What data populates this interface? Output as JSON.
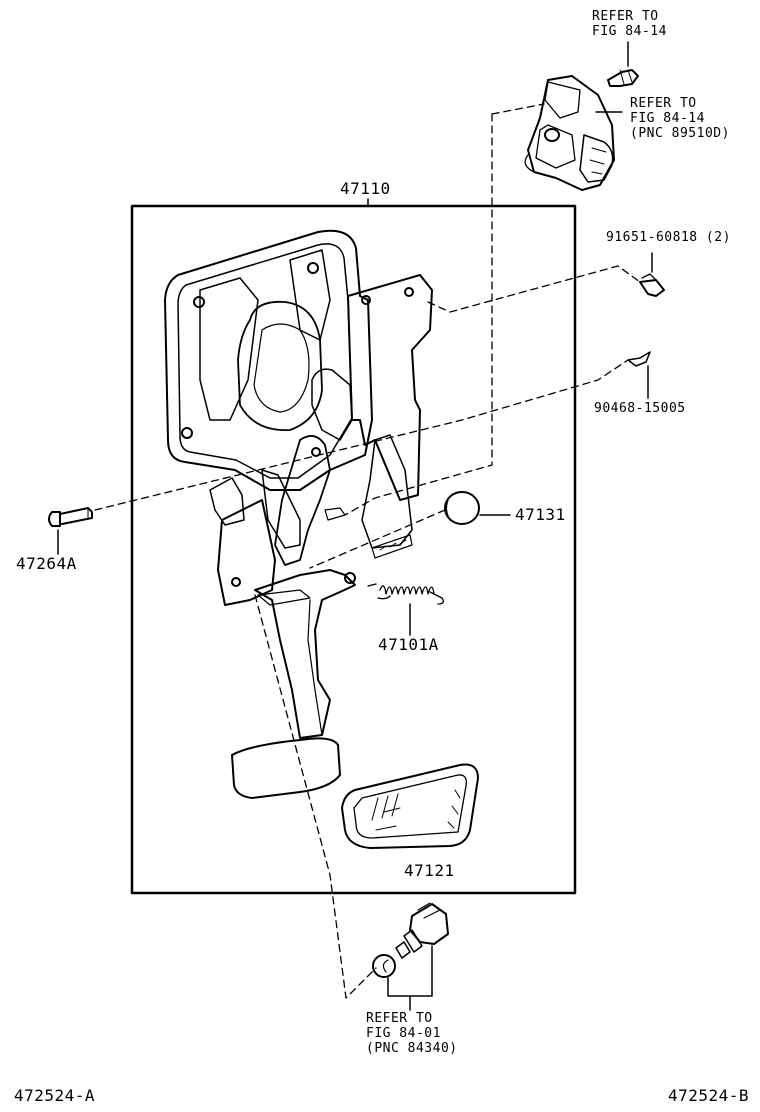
{
  "figure": {
    "refer_top": {
      "line1": "REFER TO",
      "line2": "FIG 84-14"
    },
    "refer_sensor": {
      "line1": "REFER TO",
      "line2": "FIG 84-14",
      "line3": "(PNC 89510D)"
    },
    "refer_switch": {
      "line1": "REFER TO",
      "line2": "FIG 84-01",
      "line3": "(PNC 84340)"
    },
    "parts": {
      "assembly": "47110",
      "bolt": "91651-60818 (2)",
      "clip": "90468-15005",
      "pin": "47264A",
      "cushion": "47131",
      "spring": "47101A",
      "pad": "47121"
    },
    "footer": {
      "left": "472524-A",
      "right": "472524-B"
    }
  }
}
